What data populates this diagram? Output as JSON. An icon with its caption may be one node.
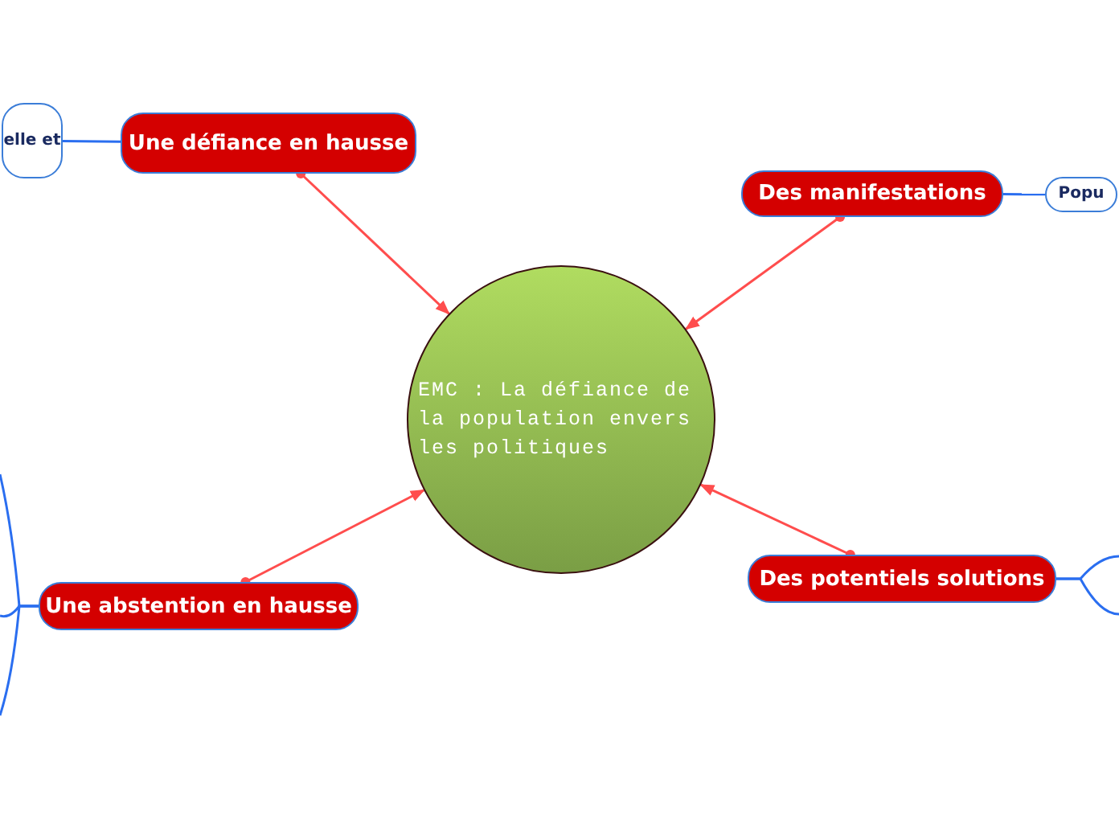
{
  "diagram": {
    "nodes": [
      {
        "text": [
          "EMC : La défiance de la population envers les politiques"
        ]
      },
      {
        "text": [
          "Une défiance en hausse"
        ]
      },
      {
        "text": [
          "Des manifestations"
        ]
      },
      {
        "text": [
          "Une abstention en hausse"
        ]
      },
      {
        "text": [
          "Des potentiels solutions"
        ]
      },
      {
        "text": [
          "elle et"
        ]
      },
      {
        "text": [
          "Popu"
        ]
      }
    ],
    "edges": [
      {
        "from": 1,
        "to": 0,
        "arrow": "to",
        "color": "#ff4d4d"
      },
      {
        "from": 2,
        "to": 0,
        "arrow": "to",
        "color": "#ff4d4d"
      },
      {
        "from": 3,
        "to": 0,
        "arrow": "to",
        "color": "#ff4d4d"
      },
      {
        "from": 4,
        "to": 0,
        "arrow": "to",
        "color": "#ff4d4d"
      },
      {
        "from": 1,
        "to": 5,
        "arrow": "none",
        "color": "#2a6ef0"
      },
      {
        "from": 2,
        "to": 6,
        "arrow": "none",
        "color": "#2a6ef0"
      },
      {
        "from": 3,
        "to": null,
        "arrow": "none",
        "color": "#2a6ef0"
      },
      {
        "from": 3,
        "to": null,
        "arrow": "none",
        "color": "#2a6ef0"
      },
      {
        "from": 3,
        "to": null,
        "arrow": "none",
        "color": "#2a6ef0"
      },
      {
        "from": 4,
        "to": null,
        "arrow": "none",
        "color": "#2a6ef0"
      },
      {
        "from": 4,
        "to": null,
        "arrow": "none",
        "color": "#2a6ef0"
      }
    ]
  }
}
